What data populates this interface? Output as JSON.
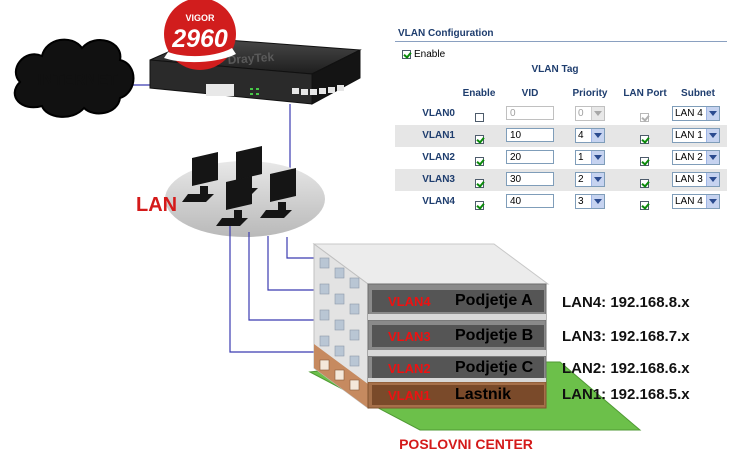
{
  "internet": {
    "label": "INTERNET"
  },
  "router": {
    "brand": "DrayTek",
    "badge_top": "VIGOR",
    "badge_model": "2960"
  },
  "lan": {
    "label": "LAN"
  },
  "vlan_config": {
    "title": "VLAN Configuration",
    "enable_label": "Enable",
    "enable_checked": true,
    "vlan_tag_header": "VLAN Tag",
    "columns": {
      "enable": "Enable",
      "vid": "VID",
      "priority": "Priority",
      "lan_port": "LAN Port",
      "subnet": "Subnet"
    },
    "rows": [
      {
        "name": "VLAN0",
        "enable": false,
        "vid": "0",
        "priority": "0",
        "lan_port": true,
        "subnet": "LAN 4",
        "disabled": true
      },
      {
        "name": "VLAN1",
        "enable": true,
        "vid": "10",
        "priority": "4",
        "lan_port": true,
        "subnet": "LAN 1",
        "disabled": false
      },
      {
        "name": "VLAN2",
        "enable": true,
        "vid": "20",
        "priority": "1",
        "lan_port": true,
        "subnet": "LAN 2",
        "disabled": false
      },
      {
        "name": "VLAN3",
        "enable": true,
        "vid": "30",
        "priority": "2",
        "lan_port": true,
        "subnet": "LAN 3",
        "disabled": false
      },
      {
        "name": "VLAN4",
        "enable": true,
        "vid": "40",
        "priority": "3",
        "lan_port": true,
        "subnet": "LAN 4",
        "disabled": false
      }
    ]
  },
  "building": {
    "floors": [
      {
        "vlan": "VLAN4",
        "name": "Podjetje A",
        "subnet": "LAN4: 192.168.8.x",
        "color": "#8a8a8a"
      },
      {
        "vlan": "VLAN3",
        "name": "Podjetje B",
        "subnet": "LAN3: 192.168.7.x",
        "color": "#8a8a8a"
      },
      {
        "vlan": "VLAN2",
        "name": "Podjetje C",
        "subnet": "LAN2: 192.168.6.x",
        "color": "#8a8a8a"
      },
      {
        "vlan": "VLAN1",
        "name": "Lastnik",
        "subnet": "LAN1: 192.168.5.x",
        "color": "#a6704a"
      }
    ],
    "label": "POSLOVNI CENTER"
  },
  "colors": {
    "accent_red": "#d41a1a",
    "header_blue": "#1e3d6e",
    "lawn_green": "#6cc04a"
  }
}
